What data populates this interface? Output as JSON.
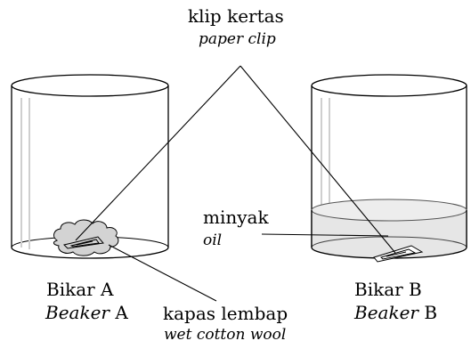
{
  "labels": {
    "paper_clip": {
      "ms": "klip kertas",
      "en": "paper clip"
    },
    "oil": {
      "ms": "minyak",
      "en": "oil"
    },
    "beaker_a": {
      "ms": "Bikar A",
      "en_italic": "Beaker",
      "en_letter": "A"
    },
    "beaker_b": {
      "ms": "Bikar B",
      "en_italic": "Beaker",
      "en_letter": "B"
    },
    "cotton": {
      "ms": "kapas lembap",
      "en": "wet cotton wool"
    }
  },
  "icons": {
    "beaker": "beaker-icon",
    "cotton": "cotton-wool-icon",
    "clip": "paper-clip-icon",
    "oil": "oil-layer-icon"
  }
}
